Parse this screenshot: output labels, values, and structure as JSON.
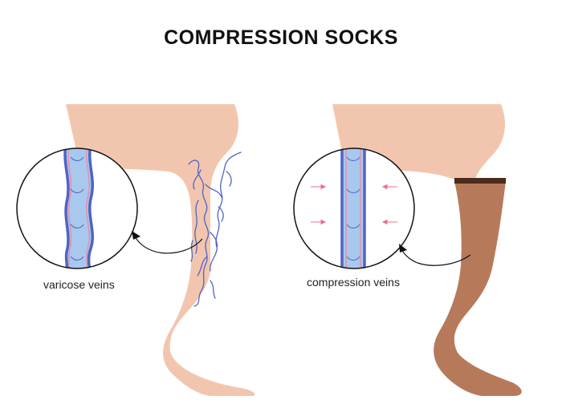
{
  "title": "COMPRESSION SOCKS",
  "labels": {
    "left": "varicose veins",
    "right": "compression veins"
  },
  "colors": {
    "skin": "#f2c6ae",
    "sock": "#b67a5b",
    "sock_band": "#4a2b1c",
    "vein": "#4f64c4",
    "vein_fill": "#a9c8ee",
    "vessel_wall": "#e58fa8",
    "arrow": "#e8738a"
  },
  "icons": [
    "magnifier-circle",
    "pointer-arrow",
    "pressure-arrow"
  ]
}
